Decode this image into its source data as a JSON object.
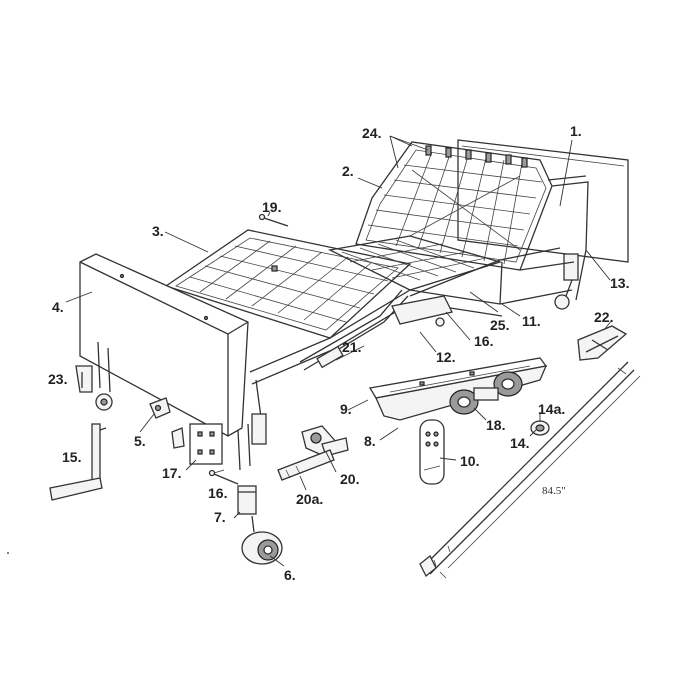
{
  "labels": {
    "l1": "1.",
    "l2": "2.",
    "l3": "3.",
    "l4": "4.",
    "l5": "5.",
    "l6": "6.",
    "l7": "7.",
    "l8": "8.",
    "l9": "9.",
    "l10": "10.",
    "l11": "11.",
    "l12": "12.",
    "l13": "13.",
    "l14": "14.",
    "l14a": "14a.",
    "l15": "15.",
    "l16a": "16.",
    "l16b": "16.",
    "l17": "17.",
    "l18": "18.",
    "l19": "19.",
    "l20": "20.",
    "l20a": "20a.",
    "l21": "21.",
    "l22": "22.",
    "l23": "23.",
    "l24": "24.",
    "l25": "25."
  },
  "dimension": "84.5\""
}
